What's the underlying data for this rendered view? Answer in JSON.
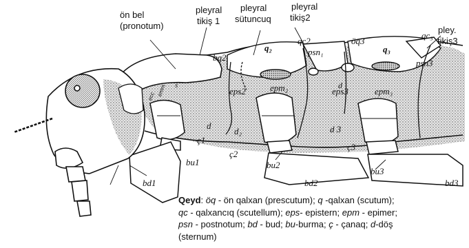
{
  "labels": {
    "on_bel": "ön bel",
    "pronotum": "(pronotum)",
    "pleyral_tikis1_a": "pleyral",
    "pleyral_tikis1_b": "tikiş 1",
    "pleyral_sutuncuq_a": "pleyral",
    "pleyral_sutuncuq_b": "sütuncuq",
    "pleyral_tikis2_a": "pleyral",
    "pleyral_tikis2_b": "tikiş2",
    "pley_tikis3_a": "pley.",
    "pley_tikis3_b": "tikiş3",
    "bq2": "bq2",
    "q2": "q₂",
    "qc2": "qc2",
    "psn1": "psn₁",
    "oq3": "öq3",
    "q3": "q₃",
    "qc3": "qc₃",
    "psn3": "psn3",
    "eps2": "eps2",
    "epm2": "epm₂",
    "eps3": "eps3",
    "epm3": "epm₃",
    "d1": "d",
    "d2": "d₂",
    "d3": "d 3",
    "c1": "ç1",
    "c2": "ç2",
    "c3": "ç3",
    "bu1": "bu1",
    "bu2": "bu2",
    "bu3": "bu3",
    "bd1": "bd1",
    "bd2": "bd2",
    "bd3": "bd3",
    "ecc": "ecc",
    "emm": "emm",
    "s": "s",
    "d_small": "d"
  },
  "note": {
    "title": "Qeyd",
    "l1a": ": ",
    "oq": "öq",
    "l1b": " - ön qalxan (prescutum); ",
    "q": "q",
    "l1c": " -qalxan (scutum);",
    "qc": "qc",
    "l2a": " - qalxancıq (scutellum); ",
    "eps": "eps",
    "l2b": "- epistern; ",
    "epm": "epm",
    "l2c": " - epimer;",
    "psn": "psn",
    "l3a": " - postnotum; ",
    "bd": "bd",
    "l3b": " - bud; ",
    "bu": "bu",
    "l3c": "-burma; ",
    "c": "ç",
    "l3d": " - çanaq; ",
    "d": "d",
    "l3e": "-döş",
    "l4": "(sternum)"
  }
}
